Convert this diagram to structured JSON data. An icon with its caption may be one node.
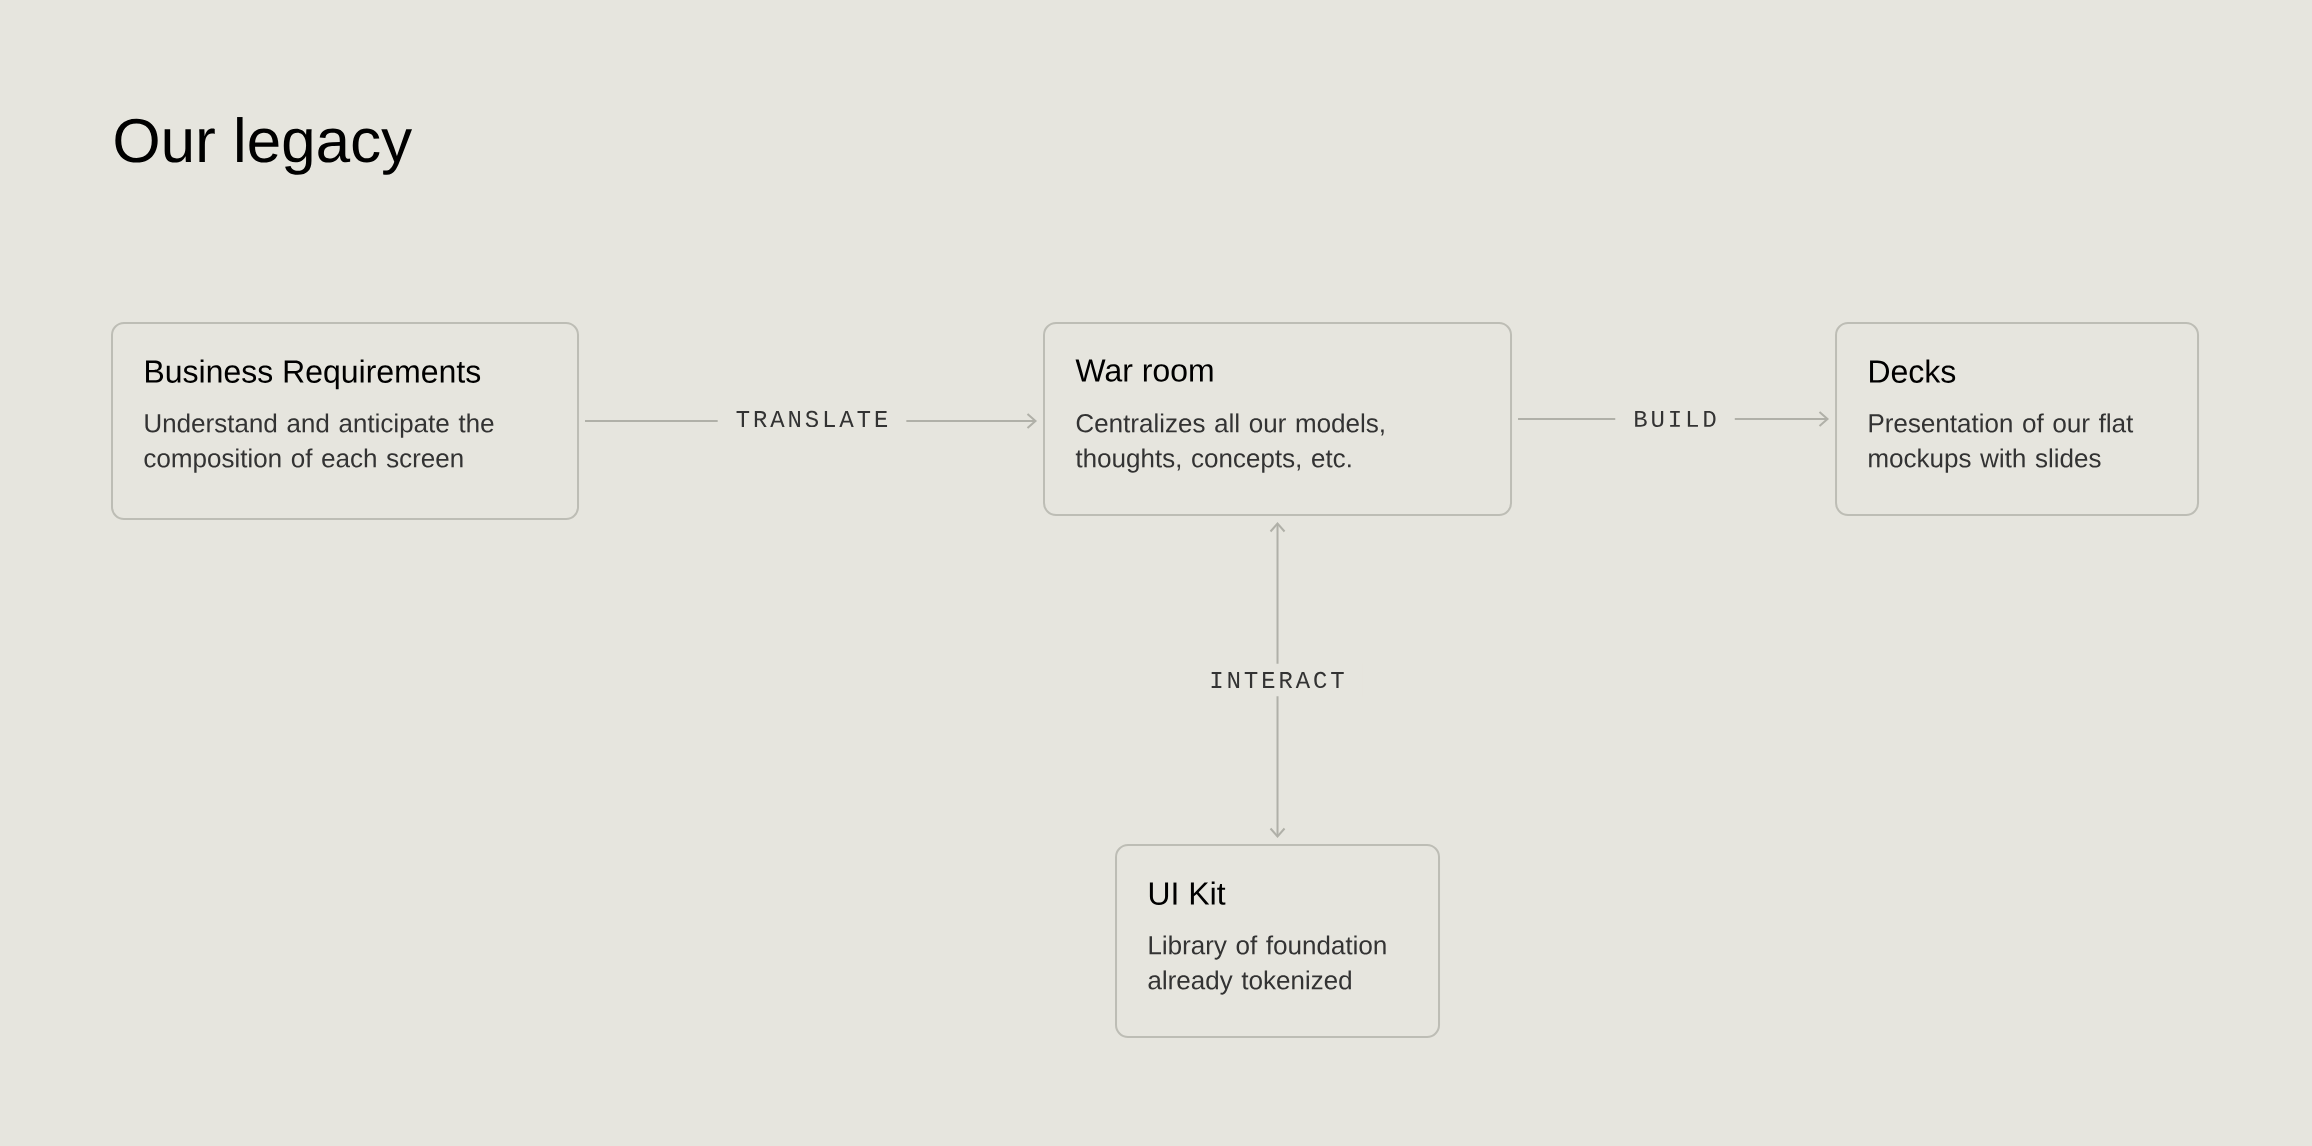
{
  "diagram": {
    "title": "Our legacy",
    "nodes": [
      {
        "text": [
          "Business Requirements",
          "Understand and anticipate the composition of each screen"
        ]
      },
      {
        "text": [
          "War room",
          "Centralizes all our models, thoughts, concepts, etc."
        ]
      },
      {
        "text": [
          "Decks",
          "Presentation of our flat mockups with slides"
        ]
      },
      {
        "text": [
          "UI Kit",
          "Library of foundation already tokenized"
        ]
      }
    ],
    "edges": [
      {
        "from": 0,
        "to": 1,
        "arrow": "to",
        "label": "TRANSLATE"
      },
      {
        "from": 1,
        "to": 2,
        "arrow": "to",
        "label": "BUILD"
      },
      {
        "from": 1,
        "to": 3,
        "arrow": "both",
        "label": "INTERACT"
      }
    ]
  }
}
